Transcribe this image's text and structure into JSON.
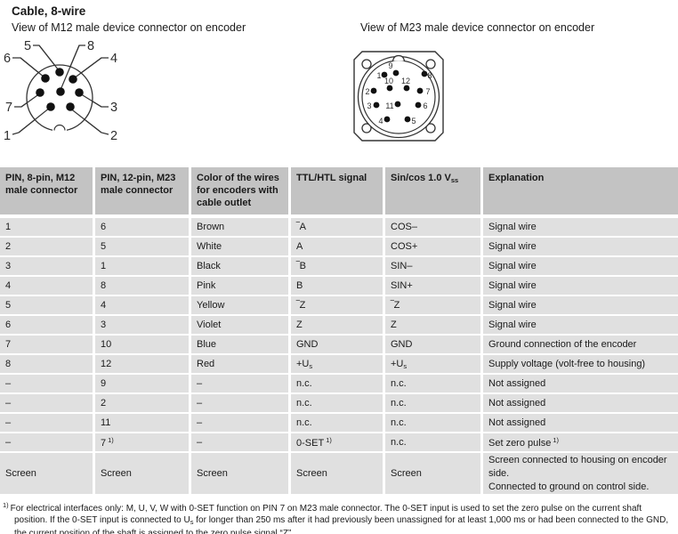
{
  "page_title": "Cable, 8-wire",
  "diagrams": {
    "m12": {
      "caption": "View of M12 male device connector on encoder",
      "pin_labels": {
        "p1": "1",
        "p2": "2",
        "p3": "3",
        "p4": "4",
        "p5": "5",
        "p6": "6",
        "p7": "7",
        "p8": "8"
      }
    },
    "m23": {
      "caption": "View of M23 male device connector on encoder",
      "pin_labels": {
        "p1": "1",
        "p2": "2",
        "p3": "3",
        "p4": "4",
        "p5": "5",
        "p6": "6",
        "p7": "7",
        "p8": "8",
        "p9": "9",
        "p10": "10",
        "p11": "11",
        "p12": "12"
      }
    }
  },
  "table": {
    "headers": {
      "col1": "PIN, 8-pin, M12 male connector",
      "col2": "PIN, 12-pin, M23 male connector",
      "col3": "Color of the wires for encoders with cable outlet",
      "col4": "TTL/HTL signal",
      "col5": {
        "base": "Sin/cos 1.0 V",
        "sub": "ss"
      },
      "col6": "Explanation"
    },
    "rows": [
      {
        "m12": "1",
        "m23": "6",
        "color": "Brown",
        "ttl": "‾A",
        "sincos": "COS–",
        "expl": "Signal wire"
      },
      {
        "m12": "2",
        "m23": "5",
        "color": "White",
        "ttl": "A",
        "sincos": "COS+",
        "expl": "Signal wire"
      },
      {
        "m12": "3",
        "m23": "1",
        "color": "Black",
        "ttl": "‾B",
        "sincos": "SIN–",
        "expl": "Signal wire"
      },
      {
        "m12": "4",
        "m23": "8",
        "color": "Pink",
        "ttl": "B",
        "sincos": "SIN+",
        "expl": "Signal wire"
      },
      {
        "m12": "5",
        "m23": "4",
        "color": "Yellow",
        "ttl": "‾Z",
        "sincos": "‾Z",
        "expl": "Signal wire"
      },
      {
        "m12": "6",
        "m23": "3",
        "color": "Violet",
        "ttl": "Z",
        "sincos": "Z",
        "expl": "Signal wire"
      },
      {
        "m12": "7",
        "m23": "10",
        "color": "Blue",
        "ttl": "GND",
        "sincos": "GND",
        "expl": "Ground connection of the encoder"
      },
      {
        "m12": "8",
        "m23": "12",
        "color": "Red",
        "ttl": {
          "base": "+U",
          "sub": "s"
        },
        "sincos": {
          "base": "+U",
          "sub": "s"
        },
        "expl": "Supply voltage (volt-free to housing)"
      },
      {
        "m12": "–",
        "m23": "9",
        "color": "–",
        "ttl": "n.c.",
        "sincos": "n.c.",
        "expl": "Not assigned"
      },
      {
        "m12": "–",
        "m23": "2",
        "color": "–",
        "ttl": "n.c.",
        "sincos": "n.c.",
        "expl": "Not assigned"
      },
      {
        "m12": "–",
        "m23": "11",
        "color": "–",
        "ttl": "n.c.",
        "sincos": "n.c.",
        "expl": "Not assigned"
      },
      {
        "m12": "–",
        "m23": {
          "base": "7",
          "sup": "1)"
        },
        "color": "–",
        "ttl": {
          "base": "0-SET",
          "sup": "1)"
        },
        "sincos": "n.c.",
        "expl": {
          "base": "Set zero pulse",
          "sup": "1)"
        }
      },
      {
        "m12": "Screen",
        "m23": "Screen",
        "color": "Screen",
        "ttl": "Screen",
        "sincos": "Screen",
        "expl": {
          "line1": "Screen connected to housing on encoder side.",
          "line2": "Connected to ground on control side."
        }
      }
    ]
  },
  "footnote": {
    "marker": "1)",
    "text_before_sub": "For electrical interfaces only: M, U, V, W with 0-SET function on PIN 7 on M23 male connector. The 0-SET input is used to set the zero pulse on the current shaft position. If the 0-SET input is connected to U",
    "sub": "s",
    "text_after_sub": " for longer than 250 ms after it had previously been unassigned for at least 1,000 ms or had been connected to the GND, the current position of the shaft is assigned to the zero pulse signal “Z”."
  },
  "colors": {
    "header_bg": "#c3c3c3",
    "row_bg": "#e0e0e0",
    "text": "#1a1a1a",
    "diagram_line": "#333333"
  }
}
